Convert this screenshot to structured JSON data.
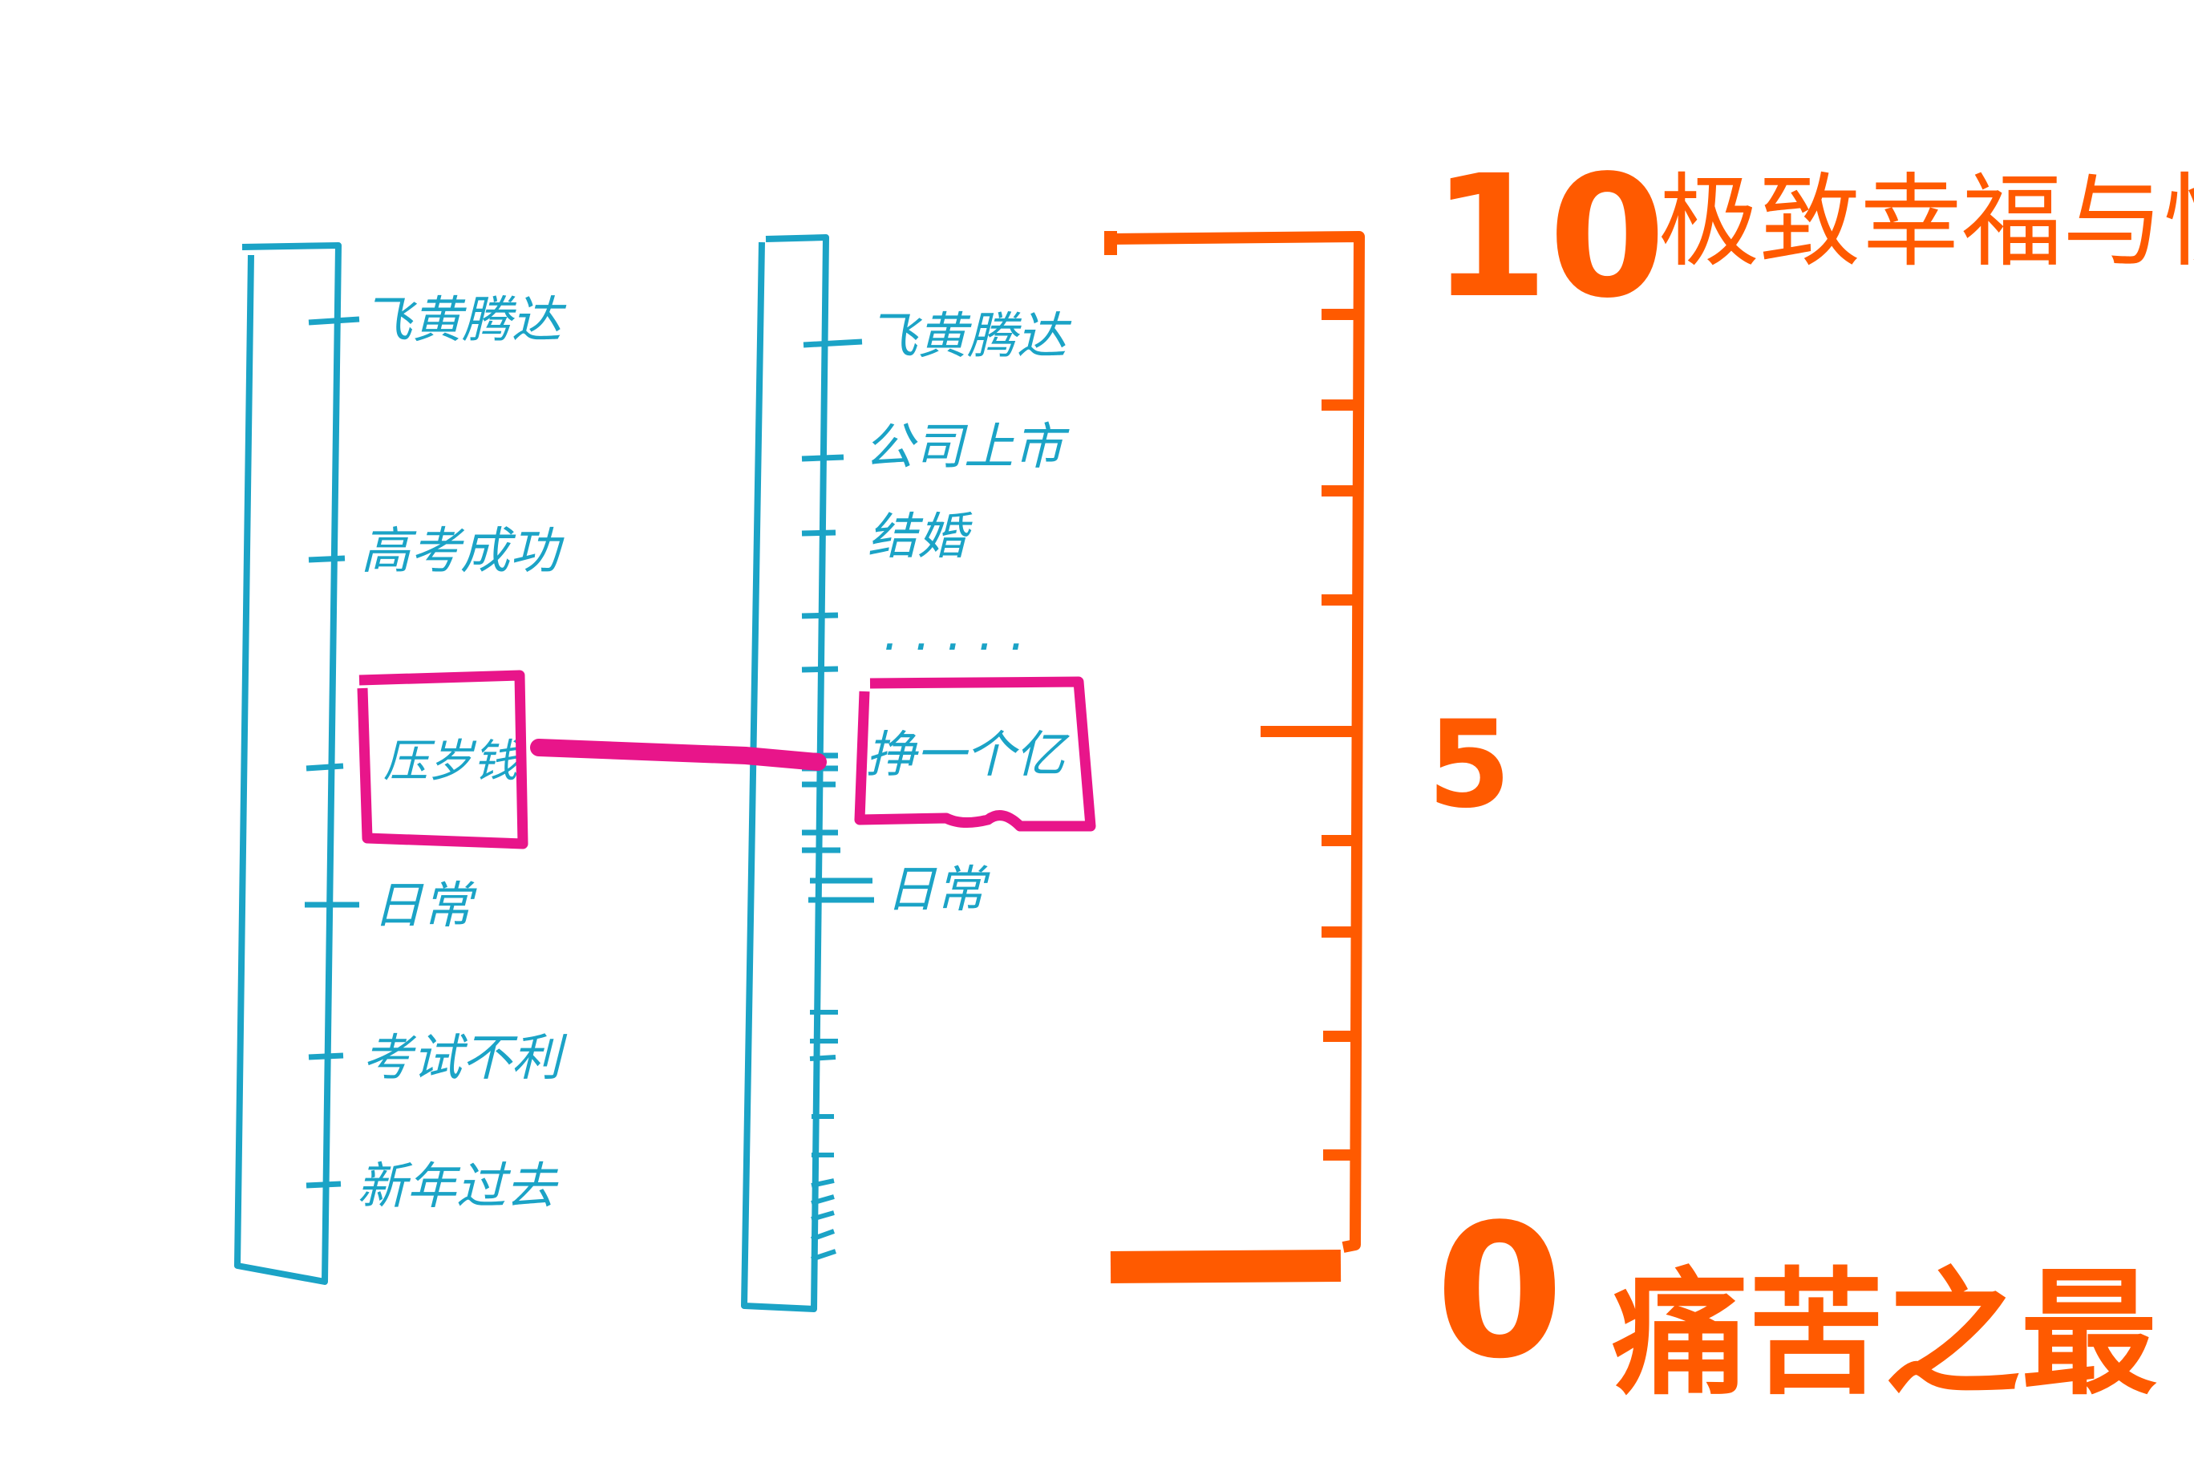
{
  "left_scale": {
    "labels": [
      {
        "key": "top",
        "text": "飞黄腾达"
      },
      {
        "key": "gaokao",
        "text": "高考成功"
      },
      {
        "key": "pressure",
        "text": "压岁钱"
      },
      {
        "key": "daily",
        "text": "日常"
      },
      {
        "key": "exam_fail",
        "text": "考试不利"
      },
      {
        "key": "new_year",
        "text": "新年过去"
      }
    ]
  },
  "middle_scale": {
    "labels": [
      {
        "key": "top",
        "text": "飞黄腾达"
      },
      {
        "key": "listing",
        "text": "公司上市"
      },
      {
        "key": "marriage",
        "text": "结婚"
      },
      {
        "key": "dots",
        "text": "· · · · ·"
      },
      {
        "key": "earn",
        "text": "挣一个亿"
      },
      {
        "key": "daily",
        "text": "日常"
      }
    ]
  },
  "right_scale": {
    "top_value": "10",
    "mid_value": "5",
    "bottom_value": "0",
    "top_label": "极致幸福与快乐",
    "bottom_label": "痛苦之最"
  },
  "colors": {
    "blue": "#1ba3c6",
    "magenta": "#e8158a",
    "orange": "#ff5a00"
  }
}
